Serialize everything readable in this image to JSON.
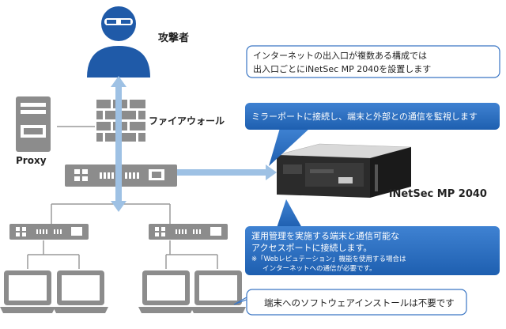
{
  "labels": {
    "attacker": "攻撃者",
    "firewall": "ファイアウォール",
    "proxy": "Proxy",
    "product": "iNetSec MP 2040"
  },
  "callouts": {
    "info_line1": "インターネットの出入口が複数ある構成では",
    "info_line2": "出入口ごとにiNetSec MP 2040を設置します",
    "mirror": "ミラーポートに接続し、端末と外部との通信を監視します",
    "access_line1": "運用管理を実施する端末と通信可能な",
    "access_line2": "アクセスポートに接続します。",
    "note_line1": "※「Webレピュテーション」機能を使用する場合は",
    "note_line2": "インターネットへの通信が必要です。",
    "no_install": "端末へのソフトウェアインストールは不要です"
  },
  "colors": {
    "icon_gray": "#8c8c8c",
    "attacker_blue": "#1f5aa8",
    "callout_blue": "#2e6fc0",
    "arrow_blue": "#7aa9d6",
    "border_blue": "#3a76c4"
  }
}
